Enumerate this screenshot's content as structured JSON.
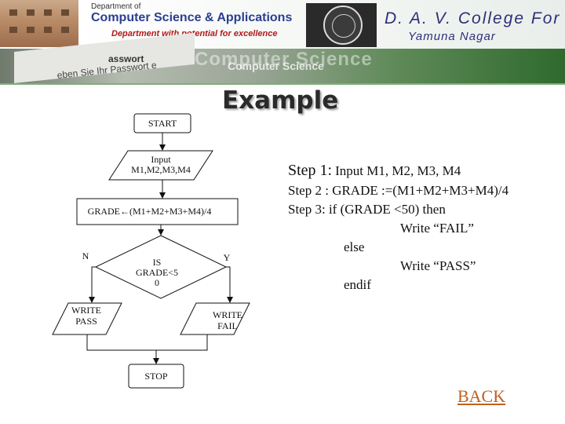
{
  "header": {
    "dept_line1": "Department of",
    "dept_line2": "Computer Science & Applications",
    "dept_tagline": "Department with potential for excellence",
    "college_name": "D. A. V. College For Girls",
    "college_place": "Yamuna Nagar",
    "banner_login_label": "asswort",
    "banner_login_hint": "eben Sie Ihr Passwort e",
    "banner_watermark_1": "Computer Science",
    "banner_watermark_2": "Computer Science"
  },
  "title": "Example",
  "flowchart": {
    "start": "START",
    "input_line1": "Input",
    "input_line2": "M1,M2,M3,M4",
    "process": "GRADE←(M1+M2+M3+M4)/4",
    "decision_line1": "IS",
    "decision_line2": "GRADE<5",
    "decision_line3": "0",
    "label_no": "N",
    "label_yes": "Y",
    "output_pass_line1": "WRITE",
    "output_pass_line2": "PASS",
    "output_fail_line1": "WRITE",
    "output_fail_line2": "FAIL",
    "stop": "STOP"
  },
  "algorithm": {
    "step1_head": "Step 1:",
    "step1_body": "Input M1, M2, M3, M4",
    "step2": "Step 2 :  GRADE :=(M1+M2+M3+M4)/4",
    "step3": "Step 3: if (GRADE <50) then",
    "write_fail": "Write “FAIL”",
    "else": "else",
    "write_pass": "Write “PASS”",
    "endif": "endif"
  },
  "back_link": "BACK",
  "colors": {
    "banner_green": "#2f6a2e",
    "dept_blue": "#2b3f8f",
    "tagline_red": "#b01919",
    "back_link": "#c06020"
  }
}
